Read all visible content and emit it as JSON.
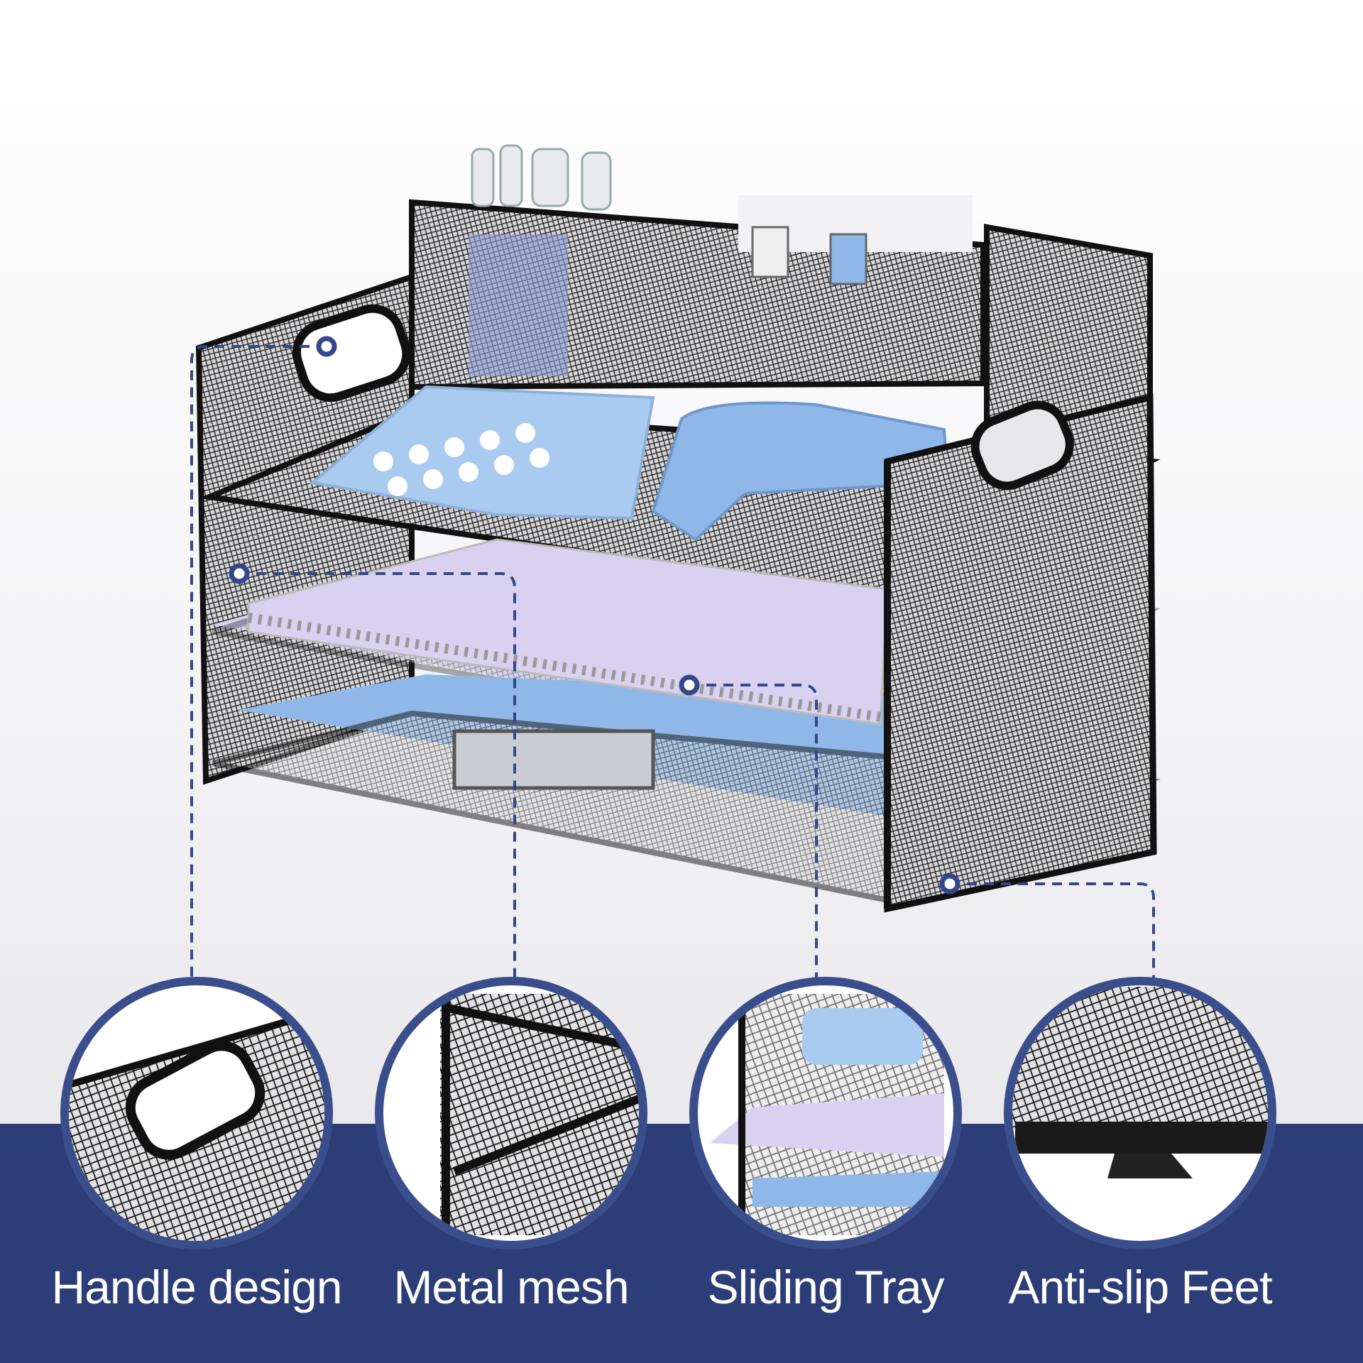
{
  "features": [
    {
      "label": "Handle design",
      "icon": "handle-detail"
    },
    {
      "label": "Metal mesh",
      "icon": "mesh-detail"
    },
    {
      "label": "Sliding Tray",
      "icon": "tray-detail"
    },
    {
      "label": "Anti-slip Feet",
      "icon": "feet-detail"
    }
  ],
  "colors": {
    "band": "#2c3d78",
    "accent_blue": "#8fb8e8",
    "frame": "#111111",
    "paper_lavender": "#d8d2f0"
  }
}
